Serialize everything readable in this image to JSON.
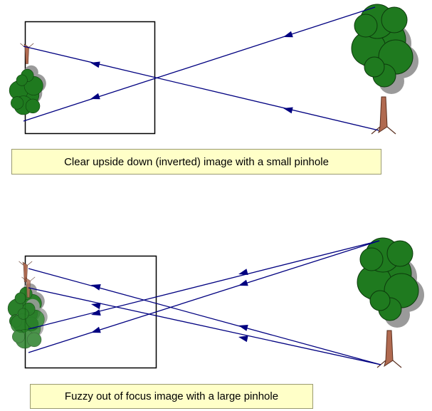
{
  "captions": {
    "top": "Clear upside down (inverted) image with a small pinhole",
    "bottom": "Fuzzy out of focus image with a large pinhole"
  },
  "colors": {
    "ray": "#000080",
    "foliage": "#1f7a1f",
    "foliage_dark": "#145514",
    "trunk": "#b06a50",
    "shadow": "#9a9a9a",
    "caption_bg": "#ffffc8"
  },
  "icons": {
    "object_tree": "tree-icon",
    "inverted_image": "inverted-tree-icon",
    "ray_arrow": "arrowhead-icon"
  },
  "panels": {
    "top": {
      "pinhole": "small",
      "image": "clear inverted"
    },
    "bottom": {
      "pinhole": "large",
      "image": "fuzzy inverted"
    }
  }
}
